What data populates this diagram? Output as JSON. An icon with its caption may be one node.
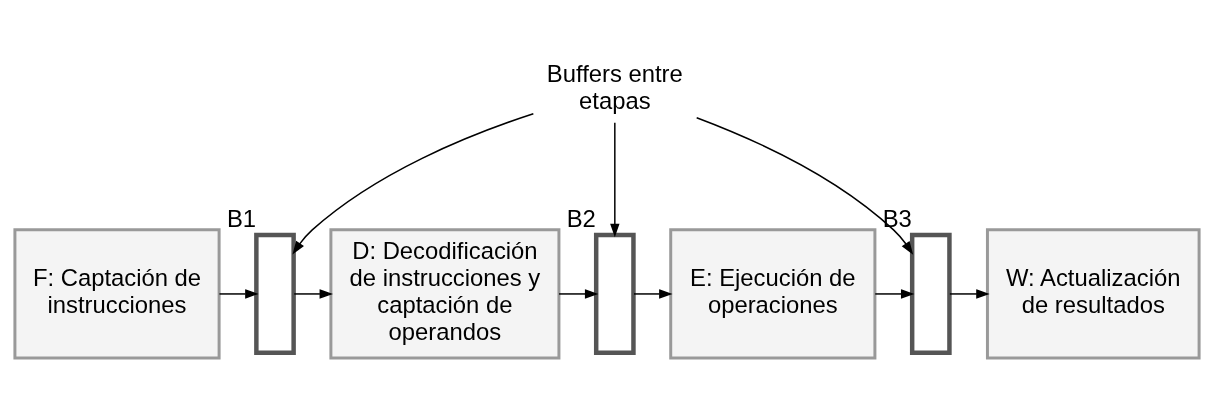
{
  "diagram": {
    "nodes": [
      {
        "text": [
          "Buffers entre etapas"
        ]
      },
      {
        "text": [
          "F: Captación de instrucciones"
        ]
      },
      {
        "text": [],
        "shape": "box",
        "beside": [
          "B1"
        ]
      },
      {
        "text": [
          "D: Decodificación de instrucciones y captación de operandos"
        ]
      },
      {
        "text": [],
        "shape": "box",
        "beside": [
          "B2"
        ]
      },
      {
        "text": [
          "E: Ejecución de operaciones"
        ]
      },
      {
        "text": [],
        "shape": "box",
        "beside": [
          "B3"
        ]
      },
      {
        "text": [
          "W: Actualización de resultados"
        ]
      }
    ],
    "edges": [
      {
        "from": 0,
        "to": 2,
        "arrow": "to"
      },
      {
        "from": 0,
        "to": 4,
        "arrow": "to"
      },
      {
        "from": 0,
        "to": 6,
        "arrow": "to"
      },
      {
        "from": 1,
        "to": 2,
        "arrow": "to"
      },
      {
        "from": 2,
        "to": 3,
        "arrow": "to"
      },
      {
        "from": 3,
        "to": 4,
        "arrow": "to"
      },
      {
        "from": 4,
        "to": 5,
        "arrow": "to"
      },
      {
        "from": 5,
        "to": 6,
        "arrow": "to"
      },
      {
        "from": 6,
        "to": 7,
        "arrow": "to"
      }
    ]
  }
}
